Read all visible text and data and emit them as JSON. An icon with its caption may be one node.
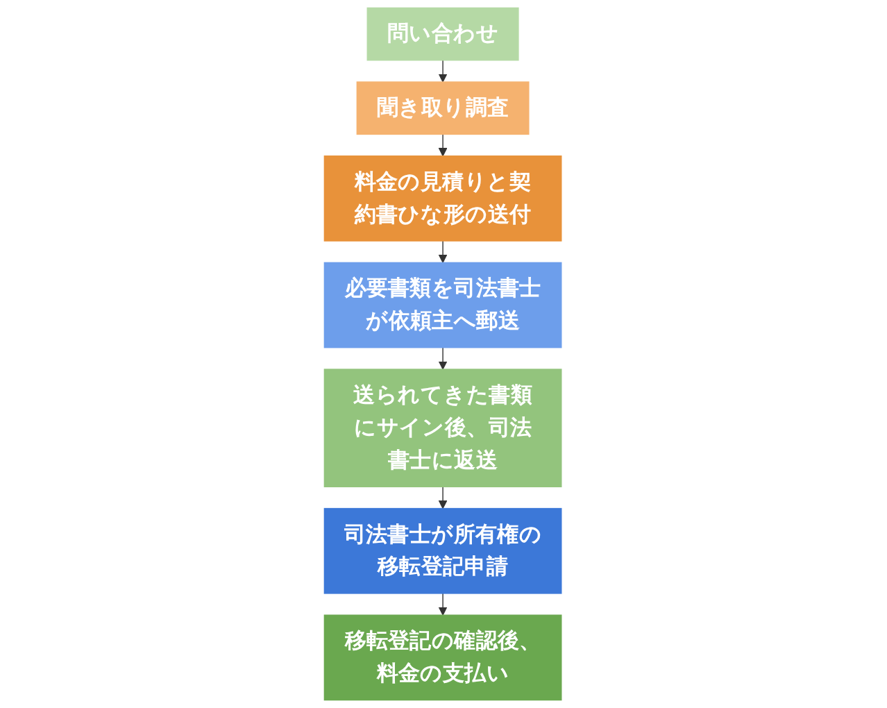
{
  "diagram": {
    "nodes": [
      {
        "text": [
          "問い合わせ"
        ]
      },
      {
        "text": [
          "聞き取り調査"
        ]
      },
      {
        "text": [
          "料金の見積りと契約書ひな形の送付"
        ]
      },
      {
        "text": [
          "必要書類を司法書士が依頼主へ郵送"
        ]
      },
      {
        "text": [
          "送られてきた書類にサイン後、司法書士に返送"
        ]
      },
      {
        "text": [
          "司法書士が所有権の移転登記申請"
        ]
      },
      {
        "text": [
          "移転登記の確認後、料金の支払い"
        ]
      }
    ],
    "edges": [
      {
        "from": 0,
        "to": 1,
        "arrow": "to"
      },
      {
        "from": 1,
        "to": 2,
        "arrow": "to"
      },
      {
        "from": 2,
        "to": 3,
        "arrow": "to"
      },
      {
        "from": 3,
        "to": 4,
        "arrow": "to"
      },
      {
        "from": 4,
        "to": 5,
        "arrow": "to"
      },
      {
        "from": 5,
        "to": 6,
        "arrow": "to"
      }
    ]
  }
}
